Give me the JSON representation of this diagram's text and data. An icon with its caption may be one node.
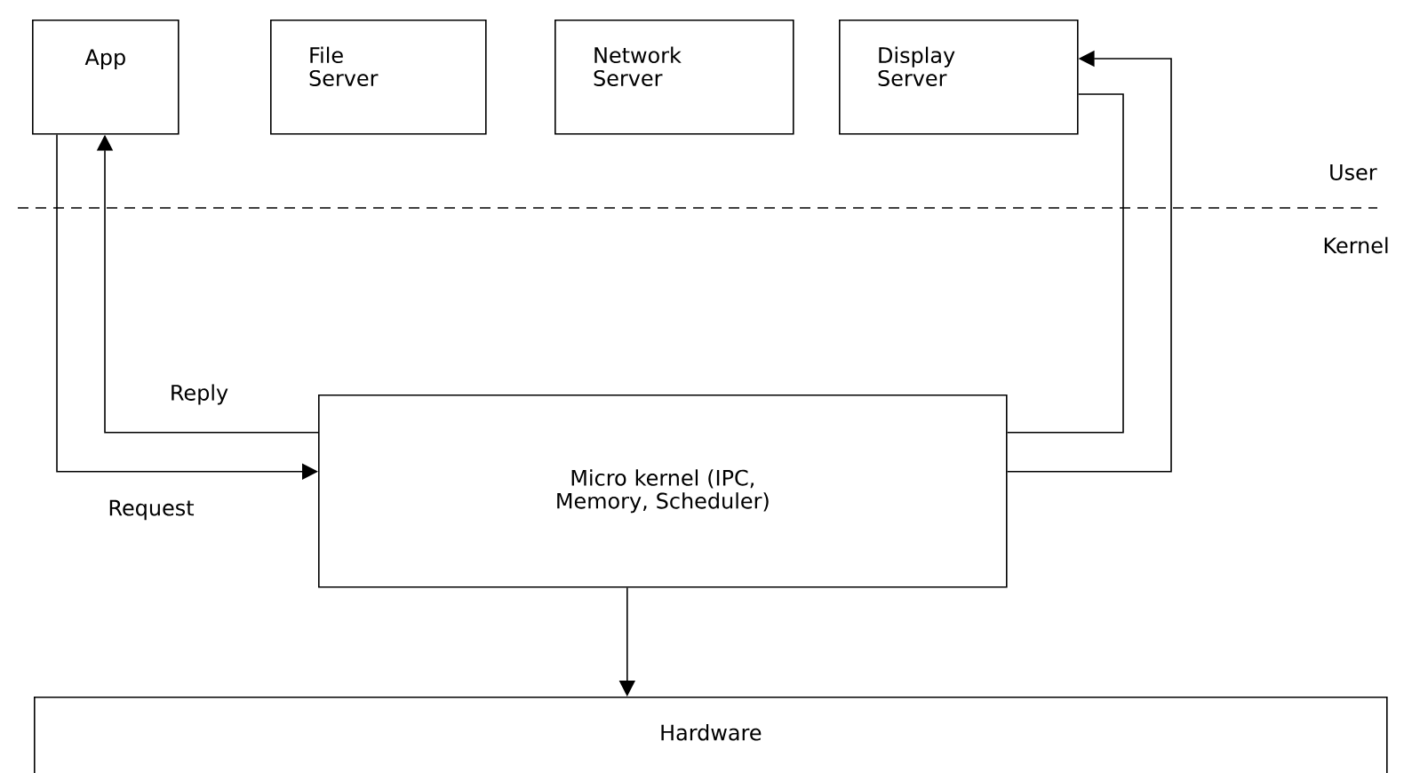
{
  "diagram": {
    "nodes": [
      {
        "text": [
          "App"
        ]
      },
      {
        "text": [
          "File Server"
        ]
      },
      {
        "text": [
          "Network Server"
        ]
      },
      {
        "text": [
          "Display Server"
        ]
      },
      {
        "text": [
          "Micro kernel (IPC, Memory, Scheduler)"
        ]
      },
      {
        "text": [
          "Hardware"
        ]
      }
    ],
    "edges": [
      {
        "from": 0,
        "to": 4,
        "arrow": "to",
        "label": "Request"
      },
      {
        "from": 4,
        "to": 0,
        "arrow": "to",
        "label": "Reply"
      },
      {
        "from": 3,
        "to": 4,
        "arrow": "none"
      },
      {
        "from": 4,
        "to": 3,
        "arrow": "to"
      },
      {
        "from": 4,
        "to": 5,
        "arrow": "to"
      }
    ],
    "labels": [
      "User",
      "Kernel"
    ]
  }
}
